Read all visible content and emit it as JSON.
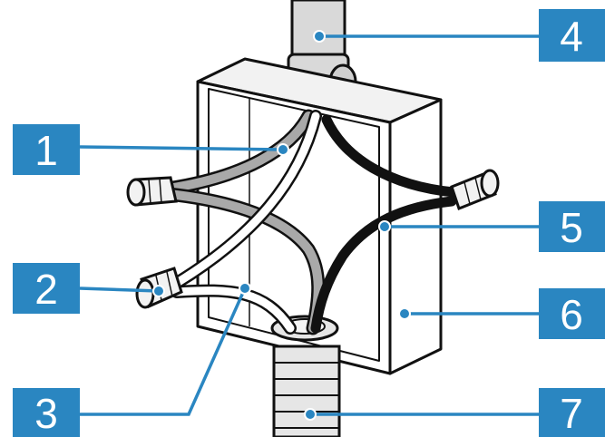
{
  "colors": {
    "callout_box": "#2a86c1",
    "callout_line": "#2a86c1",
    "callout_text": "#ffffff",
    "outline": "#111111",
    "box_fill": "#ffffff",
    "wire_gray": "#a9a9a9",
    "wire_white": "#ffffff",
    "wire_black": "#111111",
    "conduit_fill": "#d9d9d9"
  },
  "callouts": [
    {
      "number": "1",
      "part": "wire-gray"
    },
    {
      "number": "2",
      "part": "wire-nut-left-lower"
    },
    {
      "number": "3",
      "part": "wire-white"
    },
    {
      "number": "4",
      "part": "conduit-top"
    },
    {
      "number": "5",
      "part": "wire-black"
    },
    {
      "number": "6",
      "part": "junction-box"
    },
    {
      "number": "7",
      "part": "flex-conduit-bottom"
    }
  ],
  "icons": [
    "junction-box-illustration",
    "wire-nut-icon",
    "conduit-icon"
  ]
}
